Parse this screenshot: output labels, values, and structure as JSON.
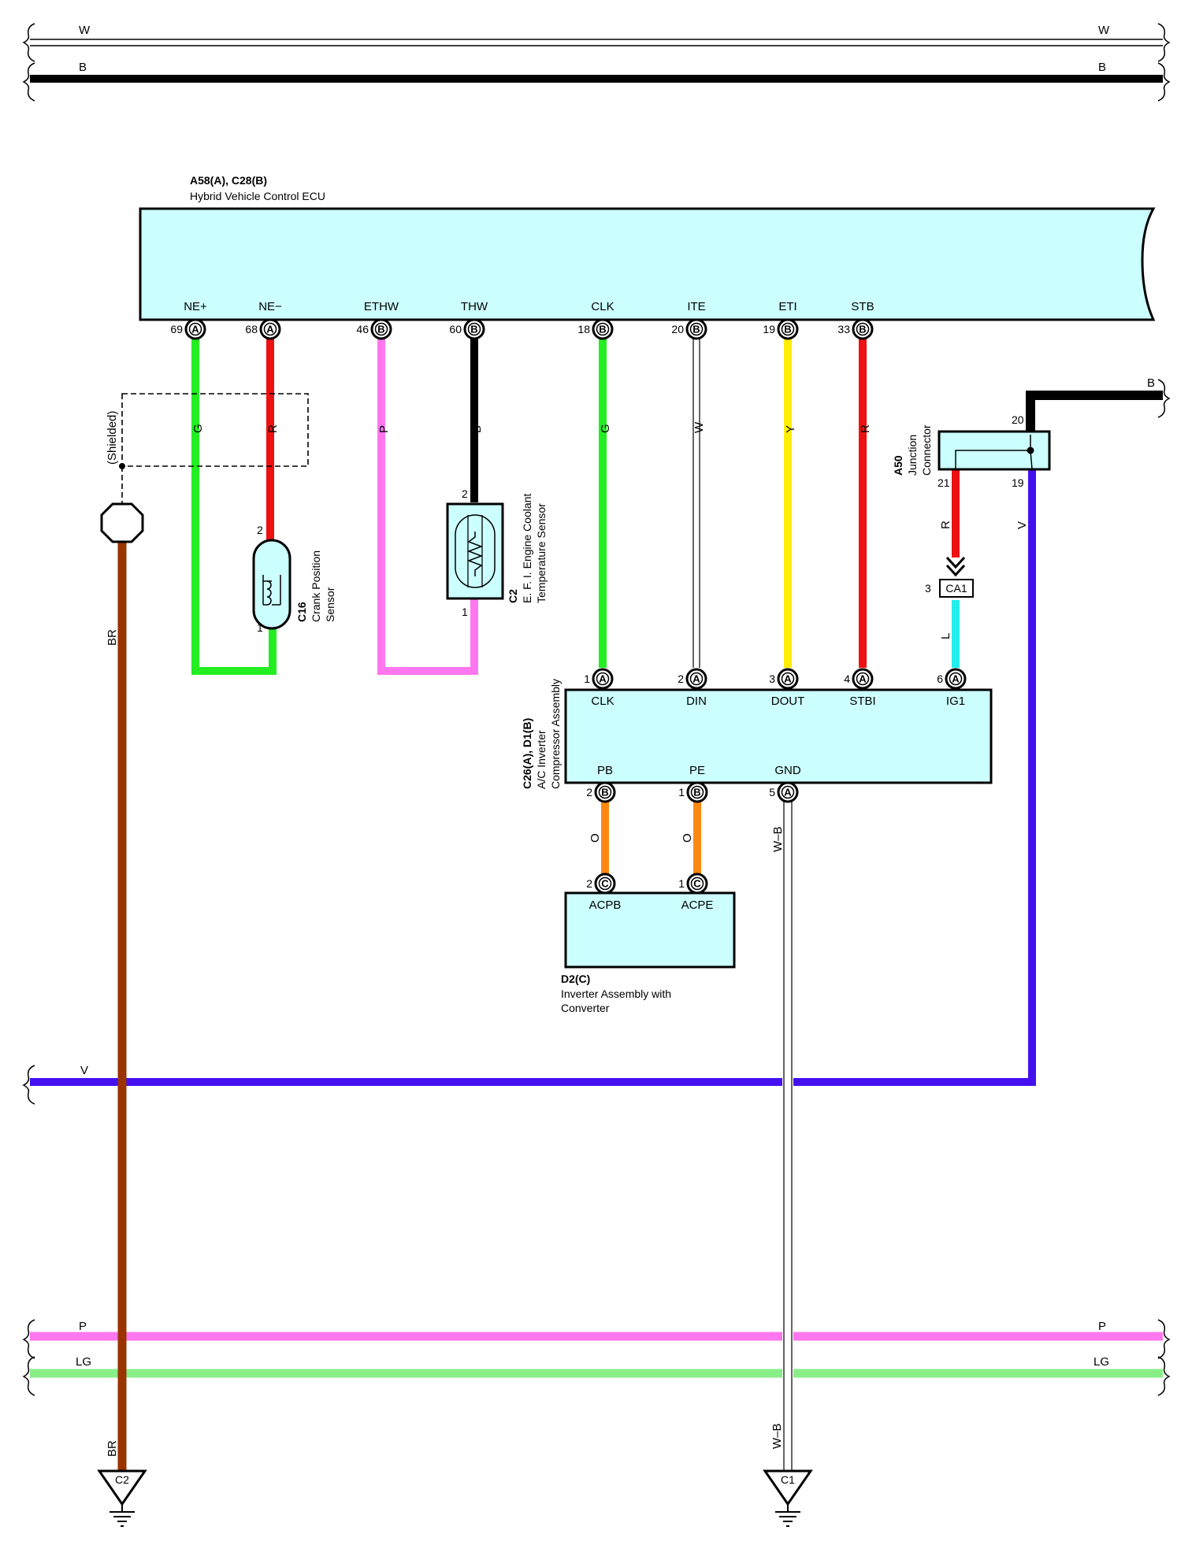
{
  "buses": {
    "w": "W",
    "b": "B",
    "v": "V",
    "p": "P",
    "lg": "LG"
  },
  "ecu": {
    "code": "A58(A), C28(B)",
    "name": "Hybrid Vehicle Control ECU",
    "terminals": [
      {
        "label": "NE+",
        "pin": "69",
        "conn": "A",
        "wire": "G"
      },
      {
        "label": "NE−",
        "pin": "68",
        "conn": "A",
        "wire": "R"
      },
      {
        "label": "ETHW",
        "pin": "46",
        "conn": "B",
        "wire": "P"
      },
      {
        "label": "THW",
        "pin": "60",
        "conn": "B",
        "wire": "B"
      },
      {
        "label": "CLK",
        "pin": "18",
        "conn": "B",
        "wire": "G"
      },
      {
        "label": "ITE",
        "pin": "20",
        "conn": "B",
        "wire": "W"
      },
      {
        "label": "ETI",
        "pin": "19",
        "conn": "B",
        "wire": "Y"
      },
      {
        "label": "STB",
        "pin": "33",
        "conn": "B",
        "wire": "R"
      }
    ]
  },
  "shielded": "(Shielded)",
  "crank_sensor": {
    "code": "C16",
    "name_line1": "Crank Position",
    "name_line2": "Sensor",
    "pin_top": "2",
    "pin_bottom": "1"
  },
  "coolant_sensor": {
    "code": "C2",
    "name_line1": "E. F. I. Engine Coolant",
    "name_line2": "Temperature Sensor",
    "pin_top": "2",
    "pin_bottom": "1"
  },
  "junction": {
    "code": "A50",
    "name_line1": "Junction",
    "name_line2": "Connector",
    "pin_in": "20",
    "pin_out_r": "21",
    "pin_out_v": "19",
    "wire_in": "B",
    "wire_r": "R",
    "wire_v": "V"
  },
  "ca1": {
    "label": "CA1",
    "pin": "3",
    "wire_out": "L"
  },
  "compressor": {
    "code": "C26(A), D1(B)",
    "name_line1": "A/C Inverter",
    "name_line2": "Compressor Assembly",
    "top_terminals": [
      {
        "label": "CLK",
        "pin": "1",
        "conn": "A"
      },
      {
        "label": "DIN",
        "pin": "2",
        "conn": "A"
      },
      {
        "label": "DOUT",
        "pin": "3",
        "conn": "A"
      },
      {
        "label": "STBI",
        "pin": "4",
        "conn": "A"
      },
      {
        "label": "IG1",
        "pin": "6",
        "conn": "A"
      }
    ],
    "bottom_terminals": [
      {
        "label": "PB",
        "pin": "2",
        "conn": "B",
        "wire": "O"
      },
      {
        "label": "PE",
        "pin": "1",
        "conn": "B",
        "wire": "O"
      },
      {
        "label": "GND",
        "pin": "5",
        "conn": "A",
        "wire": "W–B"
      }
    ]
  },
  "inverter": {
    "code": "D2(C)",
    "name_line1": "Inverter Assembly with",
    "name_line2": "Converter",
    "terminals": [
      {
        "label": "ACPB",
        "pin": "2",
        "conn": "C"
      },
      {
        "label": "ACPE",
        "pin": "1",
        "conn": "C"
      }
    ]
  },
  "shield_wire": "BR",
  "grounds": [
    {
      "label": "C2",
      "wire": "BR"
    },
    {
      "label": "C1",
      "wire": "W–B"
    }
  ],
  "colors": {
    "green": "#22ee22",
    "red": "#ee1111",
    "pink": "#ff77ee",
    "black": "#000000",
    "yellow": "#ffee00",
    "cyan": "#22eeee",
    "violet": "#4411ee",
    "brown": "#993300",
    "orange": "#ff8811",
    "light_green": "#88ee88",
    "box_fill": "#ccffff"
  }
}
